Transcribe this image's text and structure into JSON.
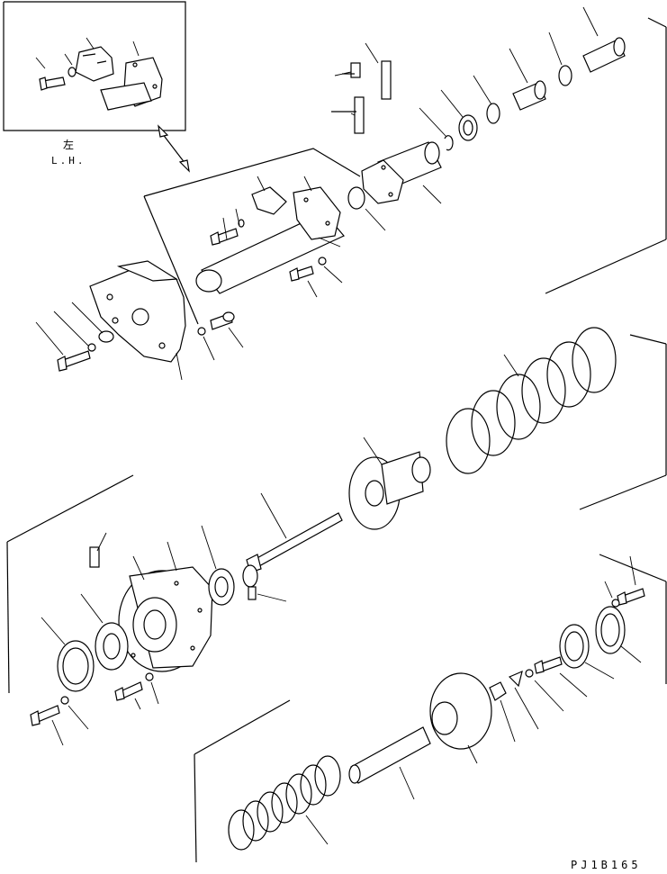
{
  "diagram": {
    "inset_label_kanji": "左",
    "inset_label": "L.H.",
    "drawing_code": "PJ1B165"
  }
}
